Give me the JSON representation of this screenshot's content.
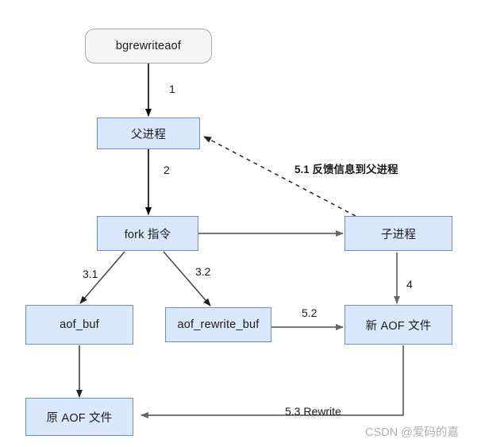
{
  "diagram": {
    "title": "AOF bgrewriteaof flow",
    "colors": {
      "node_fill": "#dae8fc",
      "node_stroke": "#6c8ebf",
      "start_fill": "#f5f5f5",
      "start_stroke": "#a6a6a6",
      "edge_dark": "#000000",
      "edge_gray": "#666666",
      "text": "#1a1a1a",
      "watermark": "#b0b0b0"
    },
    "nodes": [
      {
        "id": "bgrewriteaof",
        "label": "bgrewriteaof",
        "shape": "rounded-rect"
      },
      {
        "id": "parent-process",
        "label": "父进程",
        "shape": "rect"
      },
      {
        "id": "fork-command",
        "label": "fork 指令",
        "shape": "rect"
      },
      {
        "id": "child-process",
        "label": "子进程",
        "shape": "rect"
      },
      {
        "id": "aof-buf",
        "label": "aof_buf",
        "shape": "rect"
      },
      {
        "id": "aof-rewrite-buf",
        "label": "aof_rewrite_buf",
        "shape": "rect"
      },
      {
        "id": "new-aof-file",
        "label": "新 AOF 文件",
        "shape": "rect"
      },
      {
        "id": "old-aof-file",
        "label": "原 AOF 文件",
        "shape": "rect"
      }
    ],
    "edges": [
      {
        "id": "e1",
        "from": "bgrewriteaof",
        "to": "parent-process",
        "label": "1"
      },
      {
        "id": "e2",
        "from": "parent-process",
        "to": "fork-command",
        "label": "2"
      },
      {
        "id": "e3",
        "from": "fork-command",
        "to": "child-process",
        "label": ""
      },
      {
        "id": "e31",
        "from": "fork-command",
        "to": "aof-buf",
        "label": "3.1"
      },
      {
        "id": "e32",
        "from": "fork-command",
        "to": "aof-rewrite-buf",
        "label": "3.2"
      },
      {
        "id": "e4",
        "from": "child-process",
        "to": "new-aof-file",
        "label": "4"
      },
      {
        "id": "e51",
        "from": "child-process",
        "to": "parent-process",
        "label": "5.1 反馈信息到父进程",
        "style": "dashed"
      },
      {
        "id": "e52",
        "from": "aof-rewrite-buf",
        "to": "new-aof-file",
        "label": "5.2"
      },
      {
        "id": "e53",
        "from": "new-aof-file",
        "to": "old-aof-file",
        "label": "5.3   Rewrite"
      },
      {
        "id": "e-aofbuf-old",
        "from": "aof-buf",
        "to": "old-aof-file",
        "label": ""
      }
    ],
    "watermark": "CSDN @爱码的嘉"
  }
}
